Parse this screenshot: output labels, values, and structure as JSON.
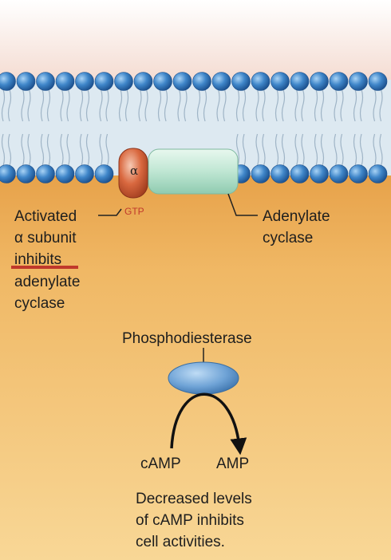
{
  "labels": {
    "alpha_subunit_symbol": "α",
    "gtp": "GTP",
    "activated_line1": "Activated",
    "activated_line2": "α subunit",
    "activated_line3": "inhibits",
    "activated_line4": "adenylate",
    "activated_line5": "cyclase",
    "adenylate_line1": "Adenylate",
    "adenylate_line2": "cyclase",
    "phosphodiesterase": "Phosphodiesterase",
    "camp": "cAMP",
    "amp": "AMP",
    "result_line1": "Decreased levels",
    "result_line2": "of cAMP inhibits",
    "result_line3": "cell activities."
  },
  "colors": {
    "membrane_head": "#3f86c9",
    "alpha_subunit": "#c9542e",
    "adenylate_cyclase": "#bfe6d3",
    "phosphodiesterase": "#6fa3d6",
    "underline": "#c0392b",
    "cytoplasm": "#f2bf72"
  }
}
